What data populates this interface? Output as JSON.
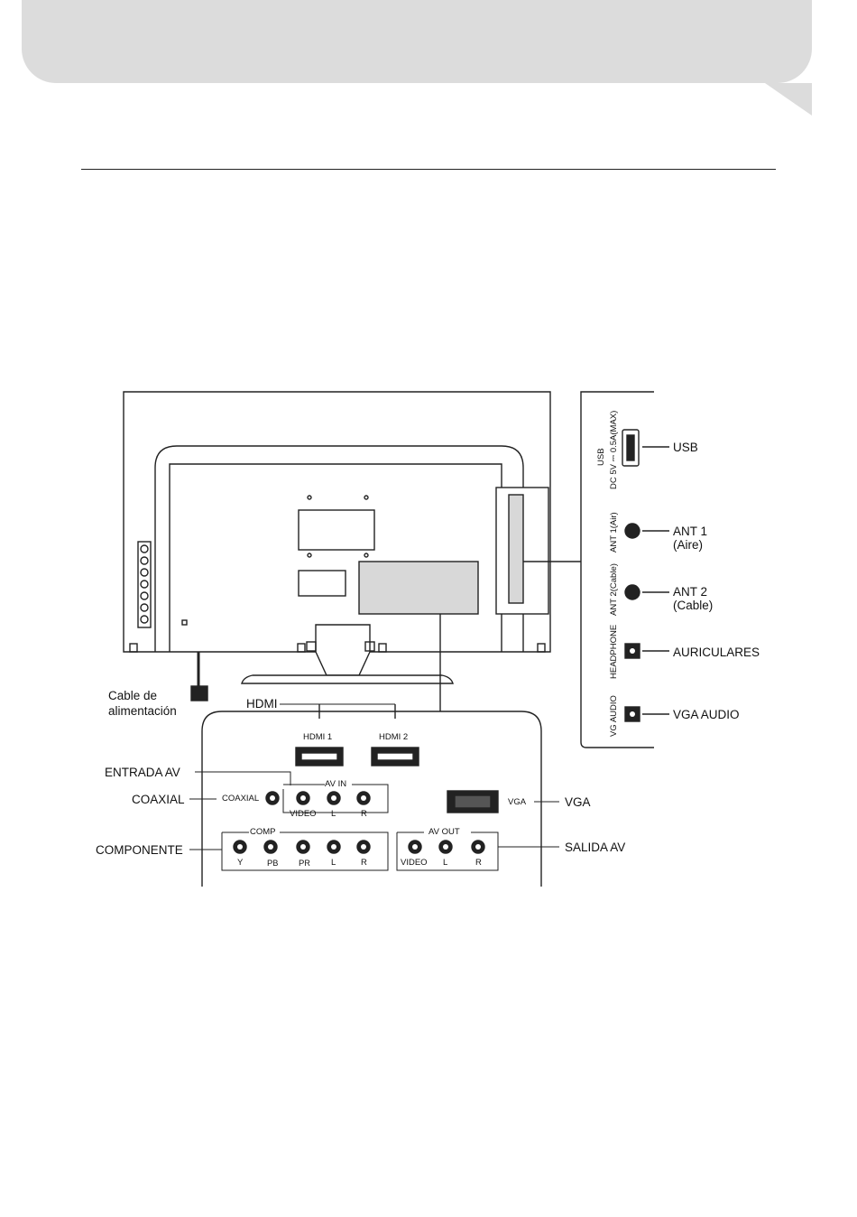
{
  "labels": {
    "usb": "USB",
    "ant1": "ANT 1",
    "ant1_sub": "(Aire)",
    "ant2": "ANT 2",
    "ant2_sub": "(Cable)",
    "auriculares": "AURICULARES",
    "vga_audio": "VGA AUDIO",
    "cable_1": "Cable de",
    "cable_2": "alimentación",
    "hdmi": "HDMI",
    "entrada_av": "ENTRADA AV",
    "coaxial": "COAXIAL",
    "componente": "COMPONENTE",
    "vga": "VGA",
    "salida_av": "SALIDA AV"
  },
  "side_panel": {
    "usb": "USB",
    "usb_rating": "DC 5V ⎓ 0.5A(MAX)",
    "ant1": "ANT 1(Air)",
    "ant2": "ANT 2(Cable)",
    "headphone": "HEADPHONE",
    "vg_audio": "VG AUDIO"
  },
  "bottom_panel": {
    "hdmi1": "HDMI 1",
    "hdmi2": "HDMI 2",
    "av_in": "AV IN",
    "coaxial": "COAXIAL",
    "video": "VIDEO",
    "l": "L",
    "r": "R",
    "vga": "VGA",
    "comp": "COMP",
    "y": "Y",
    "pb": "P",
    "pb_sub": "B",
    "pr": "P",
    "pr_sub": "R",
    "av_out": "AV OUT"
  },
  "colors": {
    "banner": "#dcdcdc",
    "line": "#222222",
    "fill_gray": "#d8d8d8"
  }
}
